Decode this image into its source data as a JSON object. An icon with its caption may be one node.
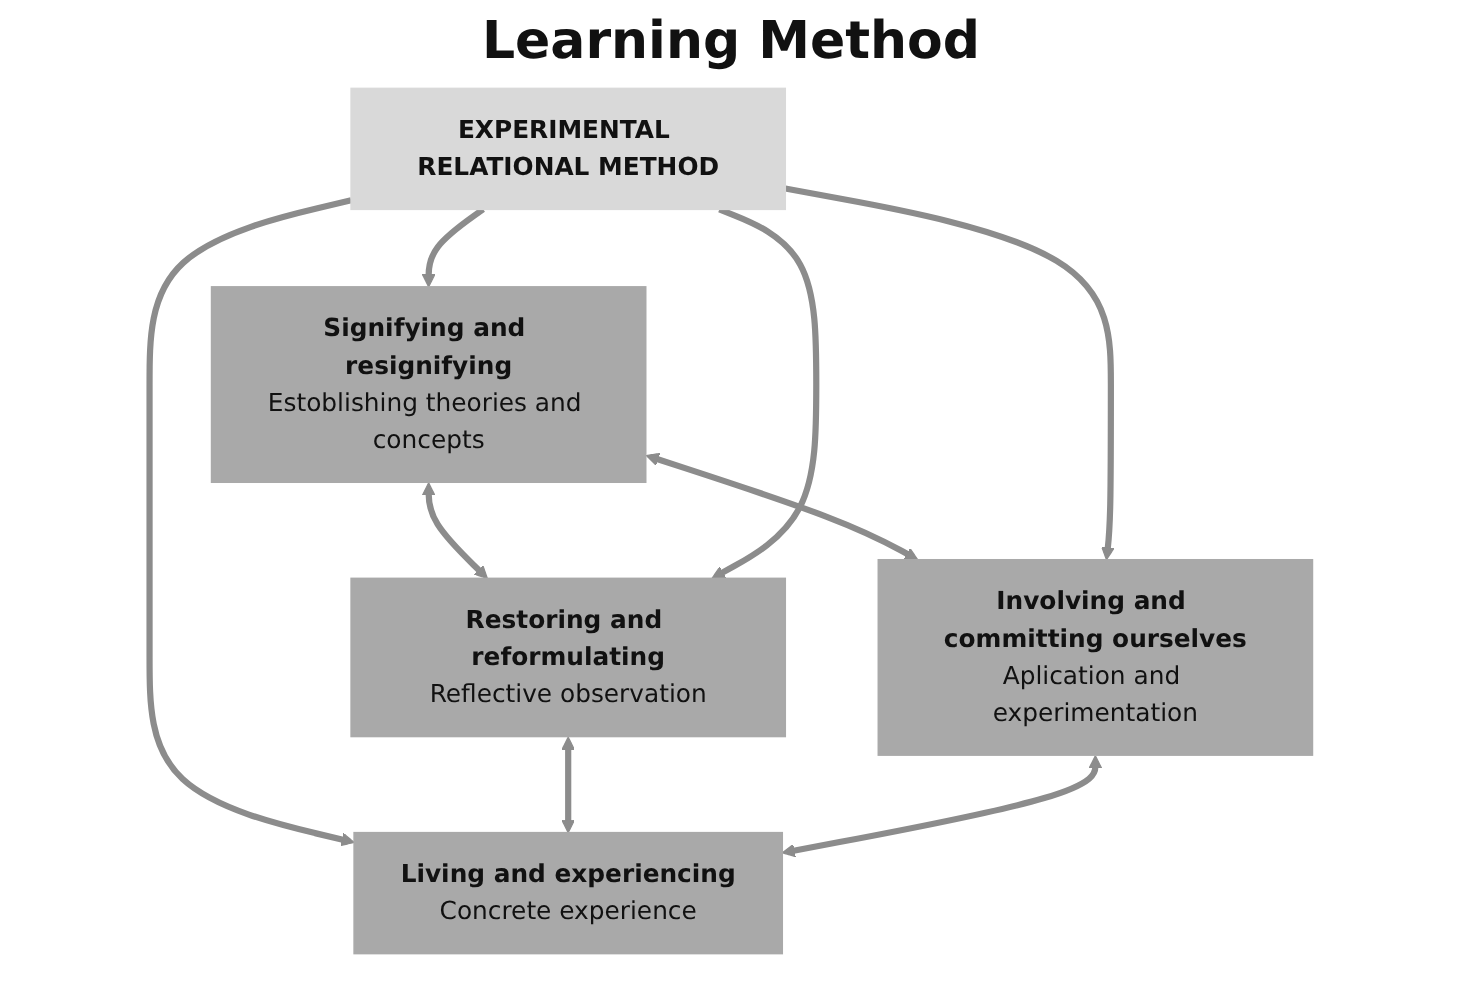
{
  "diagram": {
    "title": "Learning Method",
    "nodes": [
      {
        "text": [
          "Signifying and resignifying",
          "Estoblishing theories and concepts"
        ]
      },
      {
        "text": [
          "Restoring and reformulating",
          "Reflective observation"
        ]
      },
      {
        "text": [
          "EXPERIMENTAL RELATIONAL METHOD"
        ]
      },
      {
        "text": [
          "Involving and committing ourselves",
          "Aplication and experimentation"
        ]
      },
      {
        "text": [
          "Living and experiencing",
          "Concrete experience"
        ]
      }
    ],
    "edges": [
      {
        "from": 0,
        "to": 1,
        "arrow": "both"
      },
      {
        "from": 0,
        "to": 3,
        "arrow": "both"
      },
      {
        "from": 2,
        "to": 0,
        "arrow": "to"
      },
      {
        "from": 2,
        "to": 1,
        "arrow": "to"
      },
      {
        "from": 2,
        "to": 3,
        "arrow": "to"
      },
      {
        "from": 2,
        "to": 4,
        "arrow": "to"
      },
      {
        "from": 1,
        "to": 4,
        "arrow": "both"
      },
      {
        "from": 3,
        "to": 4,
        "arrow": "both"
      }
    ]
  }
}
